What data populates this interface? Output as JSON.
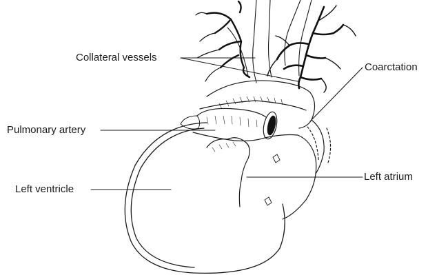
{
  "figure": {
    "labels": {
      "collateral_vessels": "Collateral vessels",
      "coarctation": "Coarctation",
      "pulmonary_artery": "Pulmonary artery",
      "left_ventricle": "Left ventricle",
      "left_atrium": "Left atrium"
    },
    "colors": {
      "line": "#1a1a1a",
      "vessel": "#111111",
      "background": "#ffffff"
    }
  }
}
